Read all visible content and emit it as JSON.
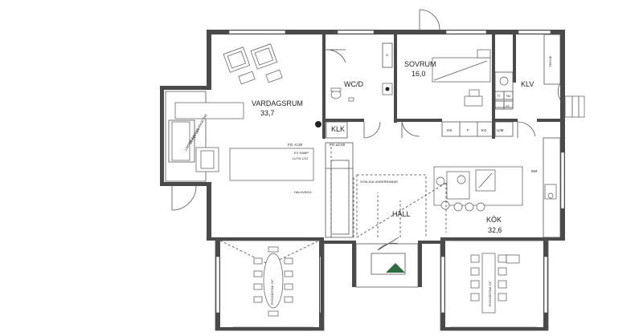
{
  "rooms": {
    "vardagsrum": {
      "name": "VARDAGSRUM",
      "area": "33,7"
    },
    "sovrum": {
      "name": "SOVRUM",
      "area": "16,0"
    },
    "kok": {
      "name": "KÖK",
      "area": "32,6"
    },
    "wc": {
      "name": "WC/D"
    },
    "klv": {
      "name": "KLV"
    },
    "klk": {
      "name": "KLK"
    },
    "hall": {
      "name": "HALL"
    },
    "teknik": {
      "name": "TEKNIK"
    }
  },
  "levels": {
    "fg_minus": "FG -0,30",
    "fg_zero": "FG ±0,00"
  },
  "annotations": {
    "ev_ramp": "EV RAMP",
    "lutn": "LUTN 1/12",
    "halvvagg": "HALVVÄGG",
    "stroke_line": "SYNLIGA UNDERRAMAR",
    "dm": "DM",
    "tt": "TT",
    "tm": "TM",
    "st": "ST",
    "left_veranda_beam": "LIMTRÄ BALKAR 45x90 TAK",
    "left_diag": "ÖPPET UPP",
    "gable_left": "RYGGÅSTAK 24°",
    "gable_right": "RYGGÅSTAK 24°"
  },
  "wardrobes": [
    "HS",
    "F",
    "KS",
    "U/M"
  ],
  "colors": {
    "wall": "#4a4a4a",
    "accent": "#2e6b3e"
  }
}
